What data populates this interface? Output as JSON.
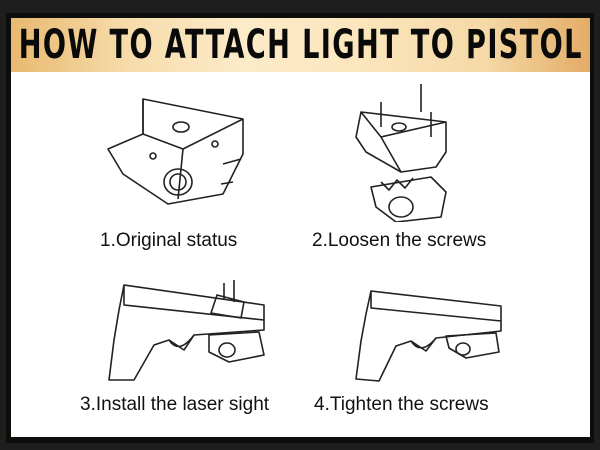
{
  "title": "HOW TO ATTACH LIGHT TO PISTOL",
  "steps": [
    {
      "caption": "1.Original status",
      "illustration": "light-module"
    },
    {
      "caption": "2.Loosen the screws",
      "illustration": "light-module-exploded"
    },
    {
      "caption": "3.Install the laser sight",
      "illustration": "pistol-with-light-exploded"
    },
    {
      "caption": "4.Tighten the screws",
      "illustration": "pistol-with-light-installed"
    }
  ],
  "colors": {
    "header_gold": "#f6dcaa",
    "background": "#1e1e1e"
  }
}
